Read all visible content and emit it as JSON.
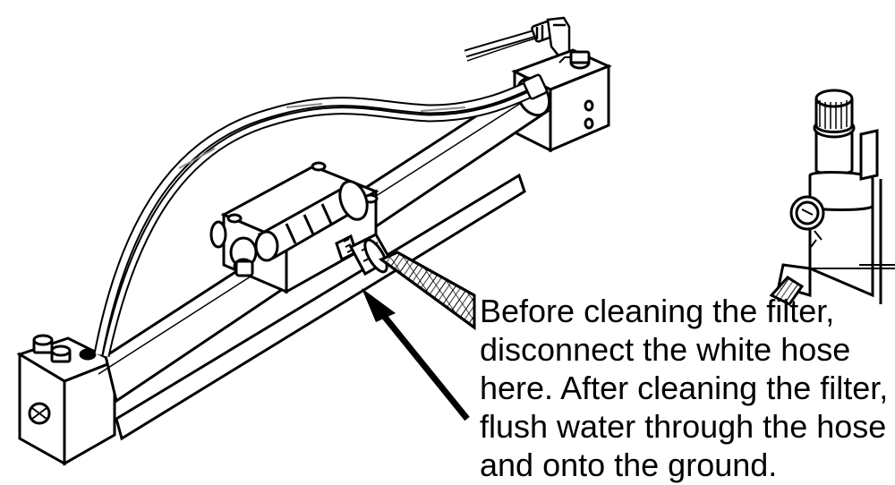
{
  "annotation": {
    "lines": [
      "Before cleaning the filter,",
      "disconnect the white hose",
      "here. After cleaning the filter,",
      "flush water through the hose",
      "and onto the ground."
    ]
  },
  "colors": {
    "ink": "#000000",
    "paper": "#ffffff",
    "hose_shade": "#8a8a8a"
  },
  "icons": {
    "pointer": "arrow-icon"
  }
}
